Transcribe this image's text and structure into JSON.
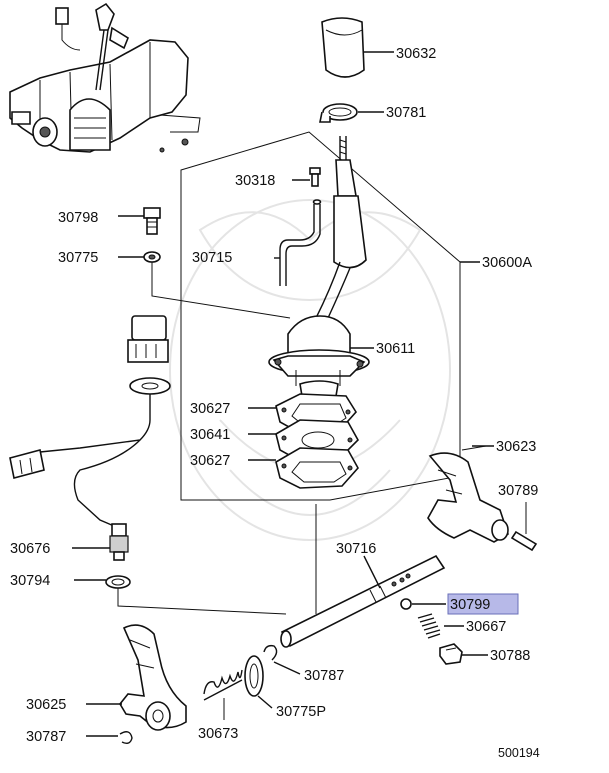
{
  "diagram": {
    "drawing_number": "500194",
    "highlight_color": "#b7b9e8",
    "highlighted_part": "30799"
  },
  "labels": {
    "p30632": "30632",
    "p30781": "30781",
    "p30318": "30318",
    "p30798": "30798",
    "p30775": "30775",
    "p30715": "30715",
    "p30600A": "30600A",
    "p30611": "30611",
    "p30627a": "30627",
    "p30641": "30641",
    "p30627b": "30627",
    "p30623": "30623",
    "p30789": "30789",
    "p30676": "30676",
    "p30716": "30716",
    "p30794": "30794",
    "p30799": "30799",
    "p30667": "30667",
    "p30787a": "30787",
    "p30788": "30788",
    "p30625": "30625",
    "p30775P": "30775P",
    "p30787b": "30787",
    "p30673": "30673"
  }
}
